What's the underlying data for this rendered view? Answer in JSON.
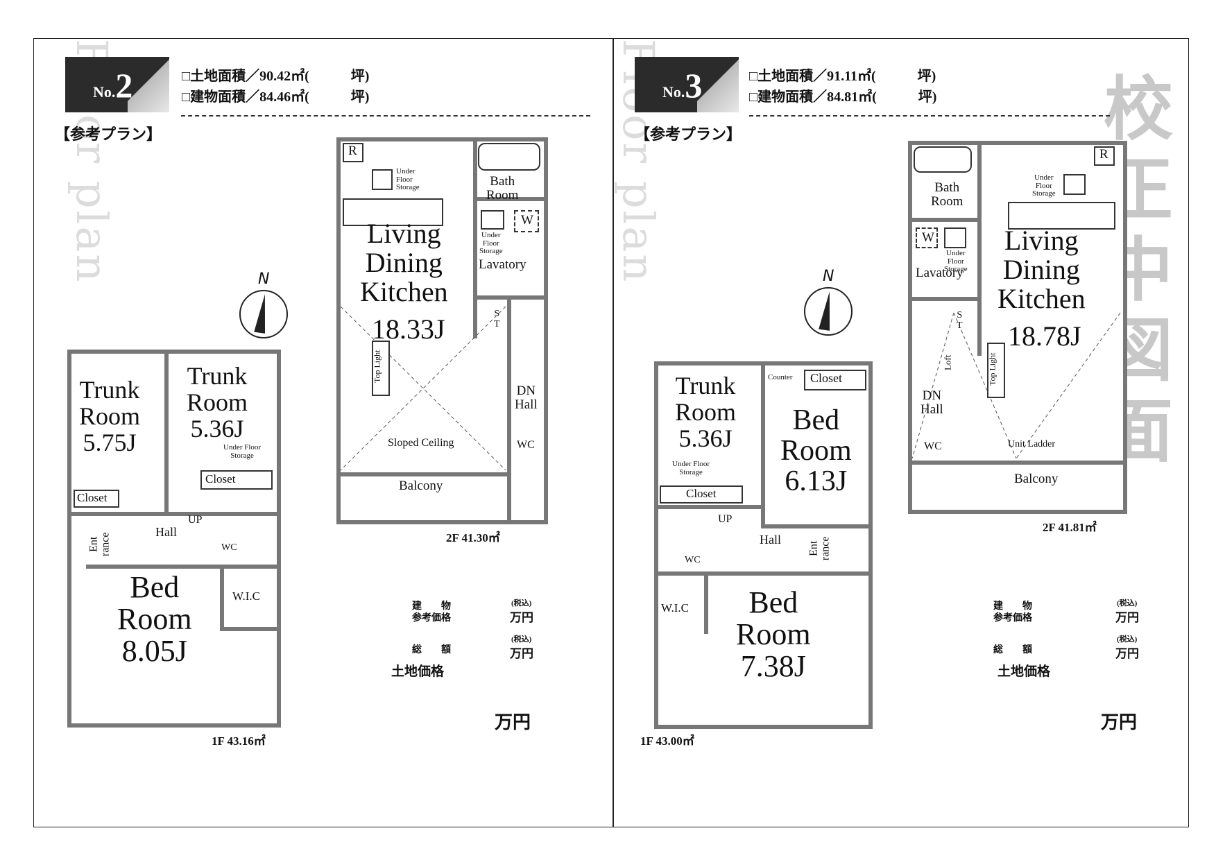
{
  "side_stamp": "校正中図面",
  "plans": [
    {
      "watermark": "Floor plan",
      "no_prefix": "No.",
      "no_value": "2",
      "land_area": "□土地面積／90.42㎡(　　　坪)",
      "building_area": "□建物面積／84.46㎡(　　　坪)",
      "plan_label": "【参考プラン】",
      "compass_n": "N",
      "rooms": {
        "ldk_name": "Living\nDining\nKitchen",
        "ldk_size": "18.33J",
        "bath": "Bath\nRoom",
        "lavatory": "Lavatory",
        "under_floor": "Under\nFloor\nStorage",
        "under_floor_top": "Under\nFloor\nStorage",
        "st": "S\nT",
        "dn_hall": "DN\nHall",
        "wc2": "WC",
        "top_light": "Top Light",
        "sloped": "Sloped Ceiling",
        "balcony": "Balcony",
        "r": "R",
        "w": "W",
        "trunk1": "Trunk\nRoom\n5.75J",
        "trunk2": "Trunk\nRoom\n5.36J",
        "closet1": "Closet",
        "closet2": "Closet",
        "under_floor_small": "Under Floor\nStorage",
        "up": "UP",
        "hall": "Hall",
        "entrance": "Ent\nrance",
        "wc1": "WC",
        "wic": "W.I.C",
        "bed": "Bed\nRoom\n8.05J"
      },
      "floor2": "2F  41.30㎡",
      "floor1": "1F  43.16㎡",
      "price_building_1": "建　　物",
      "price_building_2": "参考価格",
      "tax1": "(税込)",
      "man1": "万円",
      "total": "総　　額",
      "tax2": "(税込)",
      "man2": "万円",
      "land_price": "土地価格",
      "man_big": "万円"
    },
    {
      "watermark": "Floor plan",
      "no_prefix": "No.",
      "no_value": "3",
      "land_area": "□土地面積／91.11㎡(　　　坪)",
      "building_area": "□建物面積／84.81㎡(　　　坪)",
      "plan_label": "【参考プラン】",
      "compass_n": "N",
      "rooms": {
        "ldk_name": "Living\nDining\nKitchen",
        "ldk_size": "18.78J",
        "bath": "Bath\nRoom",
        "lavatory": "Lavatory",
        "under_floor": "Under\nFloor\nStorage",
        "under_floor_top": "Under\nFloor\nStorage",
        "st": "S\nT",
        "dn_hall": "DN\nHall",
        "wc2": "WC",
        "top_light": "Top Light",
        "loft": "Loft",
        "unit_ladder": "Unit Ladder",
        "balcony": "Balcony",
        "r": "R",
        "w": "W",
        "trunk": "Trunk\nRoom\n5.36J",
        "closet_t": "Closet",
        "under_floor_small": "Under Floor\nStorage",
        "counter": "Counter",
        "closet_b": "Closet",
        "bed2": "Bed\nRoom\n6.13J",
        "up": "UP",
        "hall": "Hall",
        "entrance": "Ent\nrance",
        "wc1": "WC",
        "wic": "W.I.C",
        "bed1": "Bed\nRoom\n7.38J"
      },
      "floor2": "2F  41.81㎡",
      "floor1": "1F  43.00㎡",
      "price_building_1": "建　　物",
      "price_building_2": "参考価格",
      "tax1": "(税込)",
      "man1": "万円",
      "total": "総　　額",
      "tax2": "(税込)",
      "man2": "万円",
      "land_price": "土地価格",
      "man_big": "万円"
    }
  ]
}
